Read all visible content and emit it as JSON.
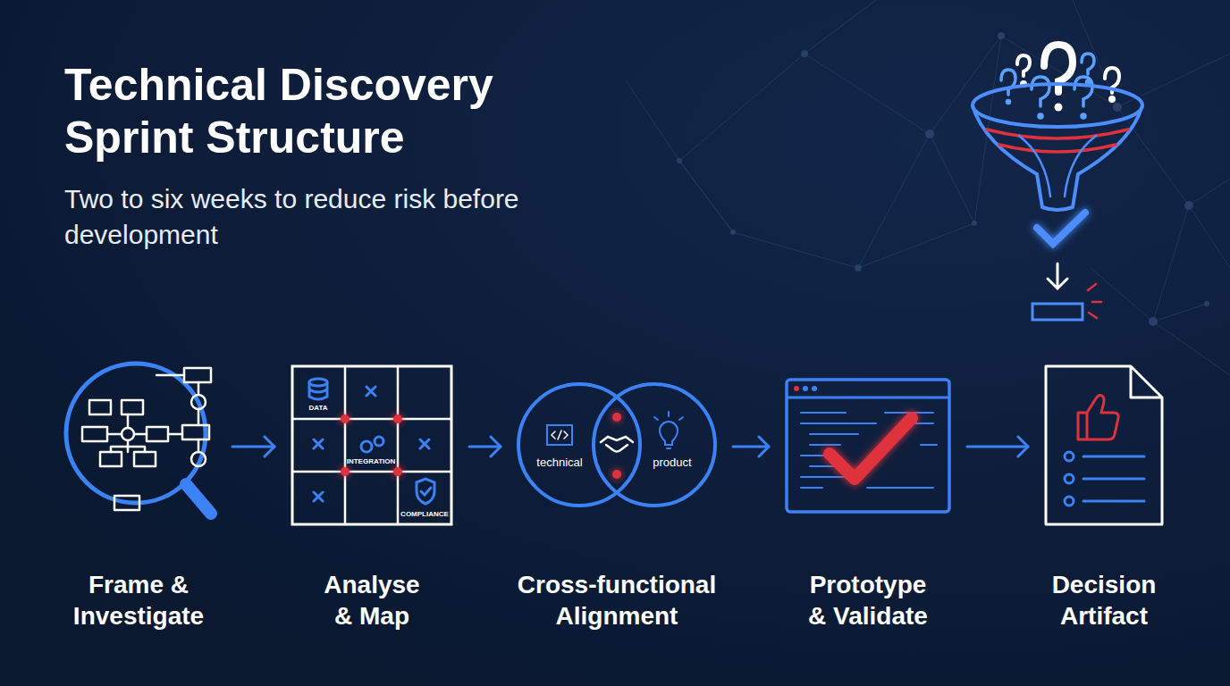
{
  "diagram": {
    "title": "Technical Discovery Sprint Structure",
    "caption": "Two to six weeks to reduce risk before development",
    "nodes": [
      {
        "text": [
          "Frame & Investigate"
        ]
      },
      {
        "text": [
          "Analyse & Map"
        ]
      },
      {
        "text": [
          "Cross-functional Alignment"
        ]
      },
      {
        "text": [
          "Prototype & Validate"
        ]
      },
      {
        "text": [
          "Decision Artifact"
        ]
      }
    ],
    "edges": [
      {
        "from": 0,
        "to": 1,
        "arrow": "to"
      },
      {
        "from": 1,
        "to": 2,
        "arrow": "to"
      },
      {
        "from": 2,
        "to": 3,
        "arrow": "to"
      },
      {
        "from": 3,
        "to": 4,
        "arrow": "to"
      }
    ],
    "labels": [
      "DATA",
      "INTEGRATION",
      "COMPLIANCE",
      "technical",
      "product"
    ]
  }
}
